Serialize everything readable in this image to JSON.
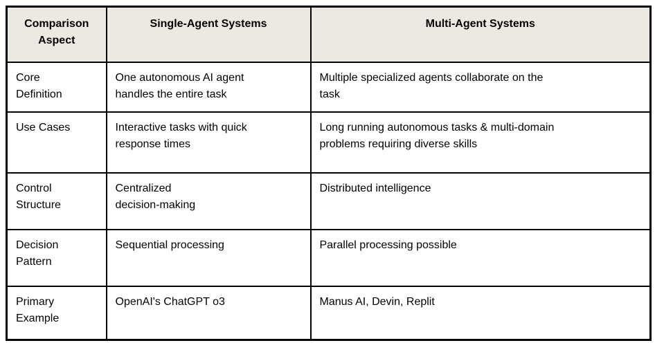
{
  "table": {
    "headers": [
      "Comparison\nAspect",
      "Single-Agent Systems",
      "Multi-Agent Systems"
    ],
    "rows": [
      {
        "aspect": "Core\nDefinition",
        "single_agent": "One autonomous AI agent\nhandles the entire task",
        "multi_agent": "Multiple specialized agents collaborate on the\ntask"
      },
      {
        "aspect": "Use Cases",
        "single_agent": "Interactive tasks with quick\nresponse times",
        "multi_agent": "Long running autonomous tasks & multi-domain\nproblems requiring diverse skills"
      },
      {
        "aspect": "Control\nStructure",
        "single_agent": "Centralized\ndecision-making",
        "multi_agent": "Distributed intelligence"
      },
      {
        "aspect": "Decision\nPattern",
        "single_agent": "Sequential processing",
        "multi_agent": "Parallel processing possible"
      },
      {
        "aspect": "Primary\nExample",
        "single_agent": "OpenAI's ChatGPT o3",
        "multi_agent": "Manus AI, Devin, Replit"
      }
    ]
  },
  "colors": {
    "header_bg": "#ece9e3",
    "border": "#000000",
    "text": "#000000",
    "background": "#ffffff"
  }
}
